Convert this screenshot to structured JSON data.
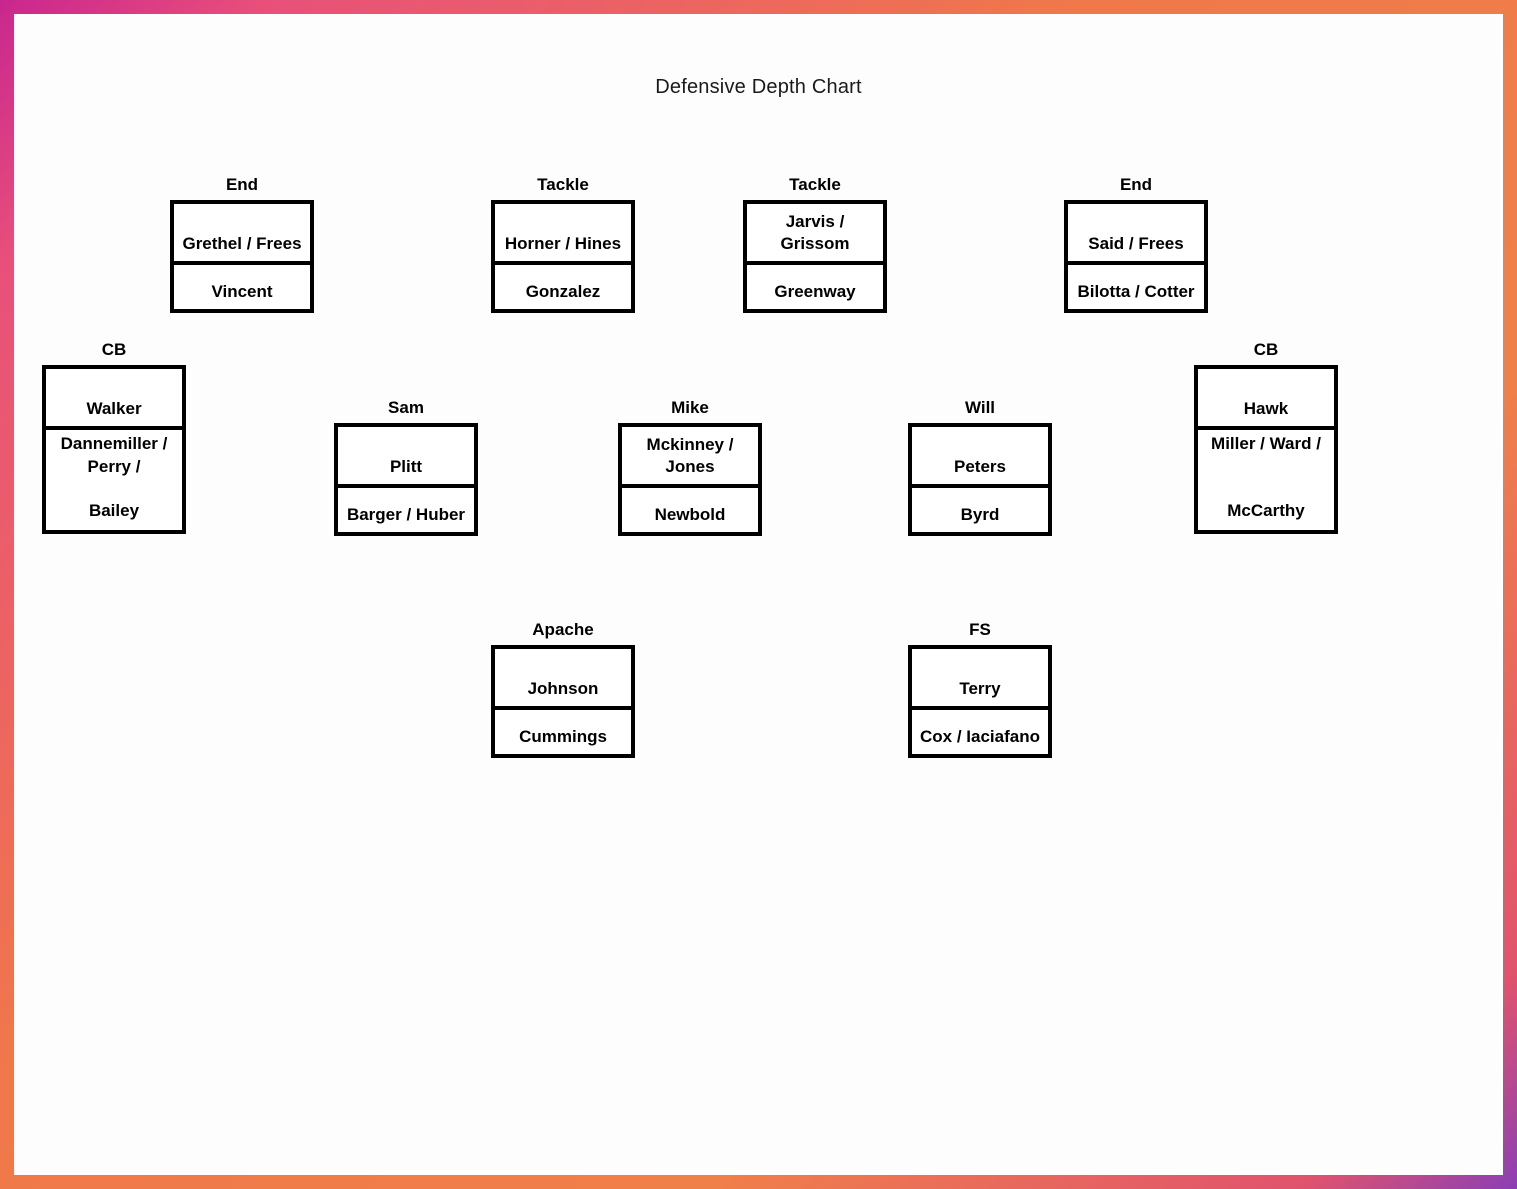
{
  "page": {
    "title": "Defensive Depth Chart",
    "background_color": "#fdfdfd",
    "frame_colors": [
      "#c9268f",
      "#e8507a",
      "#f0784a",
      "#8b3fb5"
    ],
    "box_border_color": "#000000"
  },
  "positions": [
    {
      "id": "de-left",
      "label": "End",
      "cells": [
        {
          "text": "Grethel / Frees"
        },
        {
          "text": "Vincent"
        }
      ]
    },
    {
      "id": "dt-left",
      "label": "Tackle",
      "cells": [
        {
          "text": "Horner / Hines"
        },
        {
          "text": "Gonzalez"
        }
      ]
    },
    {
      "id": "dt-right",
      "label": "Tackle",
      "cells": [
        {
          "text": "Jarvis / Grissom"
        },
        {
          "text": "Greenway"
        }
      ]
    },
    {
      "id": "de-right",
      "label": "End",
      "cells": [
        {
          "text": "Said / Frees"
        },
        {
          "text": "Bilotta / Cotter"
        }
      ]
    },
    {
      "id": "cb-left",
      "label": "CB",
      "cells": [
        {
          "text": "Walker"
        },
        {
          "top": "Dannemiller / Perry /",
          "bottom": "Bailey"
        }
      ]
    },
    {
      "id": "lb-sam",
      "label": "Sam",
      "cells": [
        {
          "text": "Plitt"
        },
        {
          "text": "Barger / Huber"
        }
      ]
    },
    {
      "id": "lb-mike",
      "label": "Mike",
      "cells": [
        {
          "text": "Mckinney / Jones"
        },
        {
          "text": "Newbold"
        }
      ]
    },
    {
      "id": "lb-will",
      "label": "Will",
      "cells": [
        {
          "text": "Peters"
        },
        {
          "text": "Byrd"
        }
      ]
    },
    {
      "id": "cb-right",
      "label": "CB",
      "cells": [
        {
          "text": "Hawk"
        },
        {
          "top": "Miller / Ward /",
          "bottom": "McCarthy"
        }
      ]
    },
    {
      "id": "s-apache",
      "label": "Apache",
      "cells": [
        {
          "text": "Johnson"
        },
        {
          "text": "Cummings"
        }
      ]
    },
    {
      "id": "s-fs",
      "label": "FS",
      "cells": [
        {
          "text": "Terry"
        },
        {
          "text": "Cox / Iaciafano"
        }
      ]
    }
  ]
}
